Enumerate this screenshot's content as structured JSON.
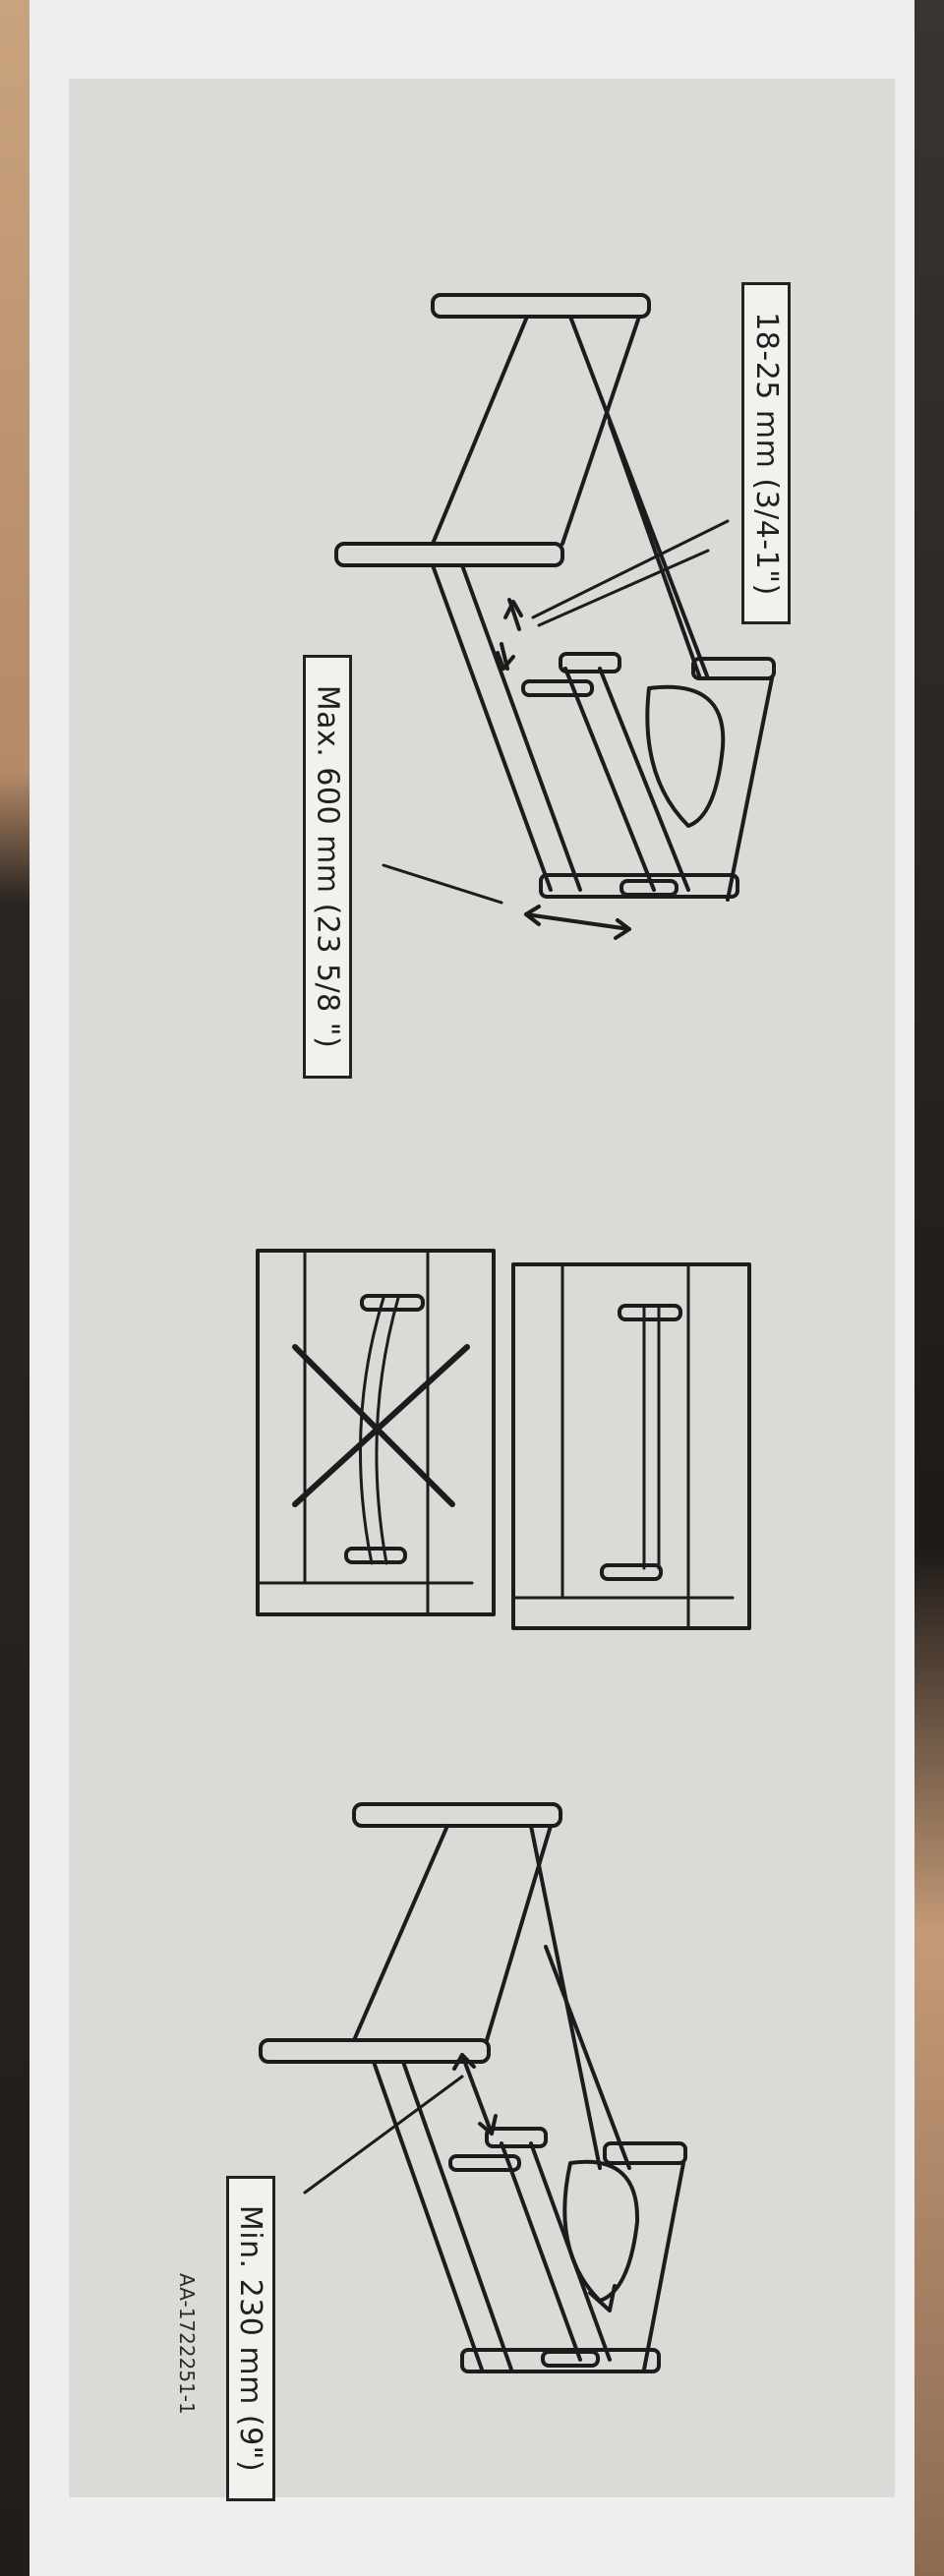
{
  "labels": {
    "thickness": "18-25 mm (3/4-1\")",
    "max_width": "Max. 600 mm (23 5/8 \")",
    "min_height": "Min. 230 mm (9\")"
  },
  "article_code": "AA-1722251-1",
  "icons": {
    "correct": "check-panel-icon",
    "incorrect": "cross-panel-icon"
  }
}
